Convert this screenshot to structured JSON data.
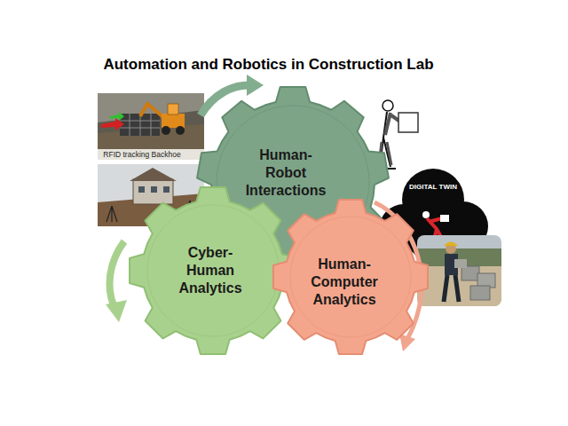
{
  "diagram": {
    "title": "Automation and Robotics in Construction Lab",
    "nodes": [
      {
        "text": [
          "Human-Robot Interactions"
        ]
      },
      {
        "text": [
          "Cyber-Human Analytics"
        ]
      },
      {
        "text": [
          "Human-Computer Analytics"
        ]
      }
    ],
    "labels": [
      "RFID tracking Backhoe",
      "DIGITAL TWIN"
    ]
  }
}
